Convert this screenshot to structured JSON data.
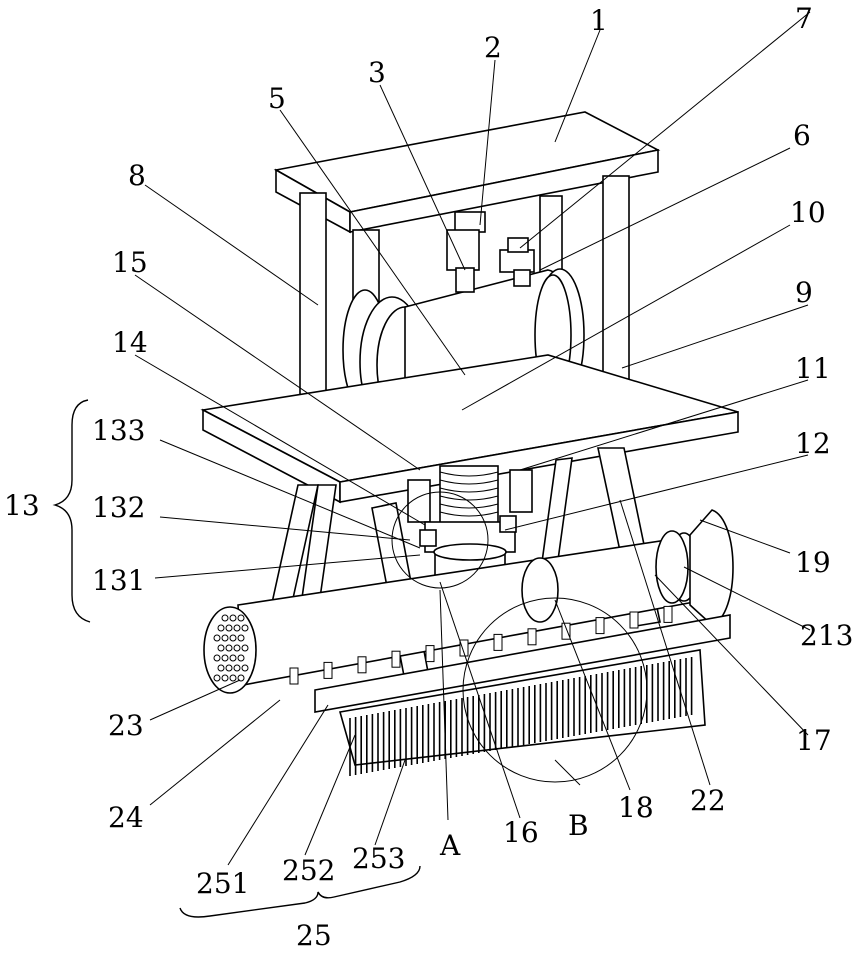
{
  "labels": {
    "l1": "1",
    "l2": "2",
    "l3": "3",
    "l5": "5",
    "l6": "6",
    "l7": "7",
    "l8": "8",
    "l9": "9",
    "l10": "10",
    "l11": "11",
    "l12": "12",
    "l13": "13",
    "l14": "14",
    "l15": "15",
    "l16": "16",
    "l17": "17",
    "l18": "18",
    "l19": "19",
    "l22": "22",
    "l23": "23",
    "l24": "24",
    "l25": "25",
    "l131": "131",
    "l132": "132",
    "l133": "133",
    "l213": "213",
    "l251": "251",
    "l252": "252",
    "l253": "253",
    "lA": "A",
    "lB": "B"
  }
}
